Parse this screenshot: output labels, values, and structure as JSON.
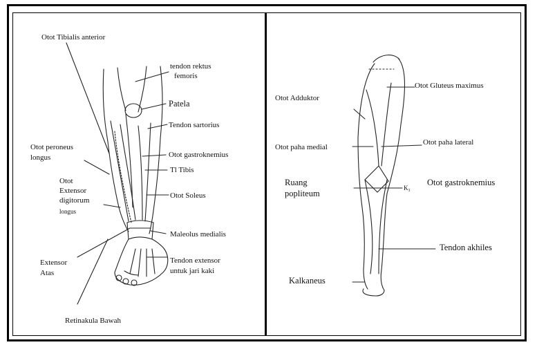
{
  "left_labels": {
    "tibialis_anterior": "Otot Tibialis anterior",
    "tendon_rektus_1": "tendon rektus",
    "tendon_rektus_2": "femoris",
    "patela": "Patela",
    "tendon_sartorius": "Tendon sartorius",
    "peroneus_1": "Otot peroneus",
    "peroneus_2": "longus",
    "gastroknemius": "Otot gastroknemius",
    "tl_tibis": "Tl Tibis",
    "extensor_dig_1": "Otot",
    "extensor_dig_2": "Extensor",
    "extensor_dig_3": "digitorum",
    "extensor_dig_4": "longus",
    "soleus": "Otot Soleus",
    "maleolus": "Maleolus medialis",
    "extensor_atas_1": "Extensor",
    "extensor_atas_2": "Atas",
    "tendon_extensor_1": "Tendon extensor",
    "tendon_extensor_2": "untuk jari kaki",
    "retinakula": "Retinakula Bawah"
  },
  "right_labels": {
    "adduktor": "Otot Adduktor",
    "gluteus": "Otot Gluteus maximus",
    "paha_medial": "Otot paha medial",
    "paha_lateral": "Otot paha lateral",
    "ruang_1": "Ruang",
    "ruang_2": "popliteum",
    "gastroknemius": "Otot gastroknemius",
    "tendon_akhiles": "Tendon akhiles",
    "kalkaneus": "Kalkaneus",
    "k_mark": "K₃"
  }
}
